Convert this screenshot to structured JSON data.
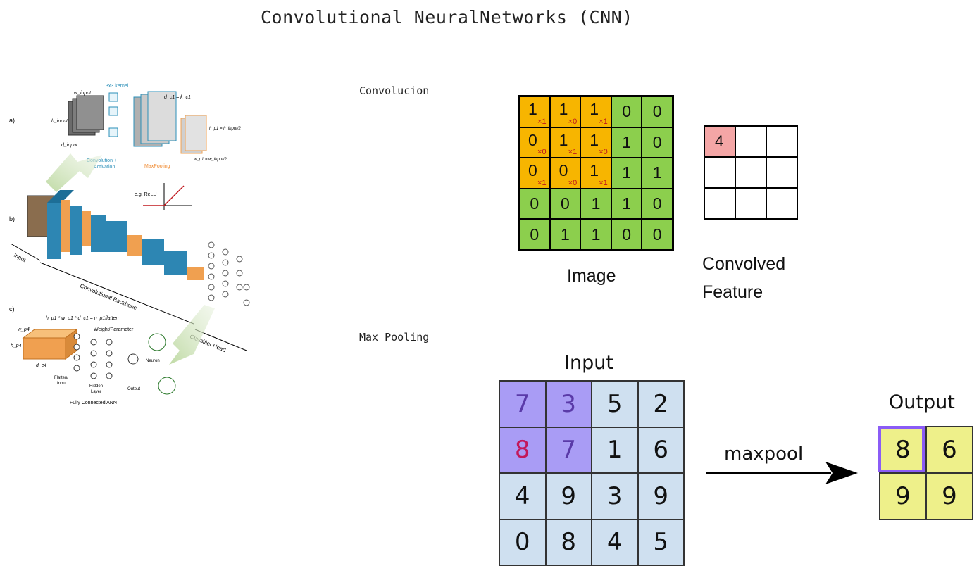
{
  "title": "Convolutional NeuralNetworks (CNN)",
  "sections": {
    "convolution": "Convolucion",
    "max_pooling": "Max Pooling"
  },
  "figure": {
    "panel_a": "a)",
    "panel_b": "b)",
    "panel_c": "c)",
    "kernel_label": "3x3 kernel",
    "conv_activation_1": "Convolution +",
    "conv_activation_2": "Activation",
    "maxpooling": "MaxPooling",
    "relu": "e.g. ReLU",
    "input": "Input",
    "backbone": "Convolutional Backbone",
    "classifier_head": "Classifier Head",
    "weight_param": "Weight/Parameter",
    "neuron": "Neuron",
    "flatten_input_1": "Flatten/",
    "flatten_input_2": "Input",
    "hidden_1": "Hidden",
    "hidden_2": "Layer",
    "output": "Output",
    "fully_connected": "Fully Connected ANN",
    "w_input": "w_input",
    "h_input": "h_input",
    "d_input": "d_input",
    "dc1": "d_c1 = k_c1",
    "hp1": "h_p1 = h_input/2",
    "wp1": "w_p1 = w_input/2",
    "flatten_eq": "h_p1 * w_p1 * d_c1 = n_p1flatten",
    "wp4": "w_p4",
    "hp4": "h_p4",
    "dc4": "d_c4"
  },
  "convolution": {
    "image_caption": "Image",
    "feature_caption_line1": "Convolved",
    "feature_caption_line2": "Feature",
    "image_grid": [
      [
        {
          "v": "1",
          "w": "×1"
        },
        {
          "v": "1",
          "w": "×0"
        },
        {
          "v": "1",
          "w": "×1"
        },
        {
          "v": "0"
        },
        {
          "v": "0"
        }
      ],
      [
        {
          "v": "0",
          "w": "×0"
        },
        {
          "v": "1",
          "w": "×1"
        },
        {
          "v": "1",
          "w": "×0"
        },
        {
          "v": "1"
        },
        {
          "v": "0"
        }
      ],
      [
        {
          "v": "0",
          "w": "×1"
        },
        {
          "v": "0",
          "w": "×0"
        },
        {
          "v": "1",
          "w": "×1"
        },
        {
          "v": "1"
        },
        {
          "v": "1"
        }
      ],
      [
        {
          "v": "0"
        },
        {
          "v": "0"
        },
        {
          "v": "1"
        },
        {
          "v": "1"
        },
        {
          "v": "0"
        }
      ],
      [
        {
          "v": "0"
        },
        {
          "v": "1"
        },
        {
          "v": "1"
        },
        {
          "v": "0"
        },
        {
          "v": "0"
        }
      ]
    ],
    "feature_grid": [
      [
        "4",
        "",
        ""
      ],
      [
        "",
        "",
        ""
      ],
      [
        "",
        "",
        ""
      ]
    ],
    "colors": {
      "kernel": "#f7b500",
      "image": "#8ccf4d",
      "feature_highlight": "#f4a6a6",
      "weight_text": "#c0181e"
    }
  },
  "pooling": {
    "input_caption": "Input",
    "output_caption": "Output",
    "op_label": "maxpool",
    "input_grid": [
      [
        "7",
        "3",
        "5",
        "2"
      ],
      [
        "8",
        "7",
        "1",
        "6"
      ],
      [
        "4",
        "9",
        "3",
        "9"
      ],
      [
        "0",
        "8",
        "4",
        "5"
      ]
    ],
    "output_grid": [
      [
        "8",
        "6"
      ],
      [
        "9",
        "9"
      ]
    ],
    "colors": {
      "cell": "#cfe0f0",
      "window": "#a99cf5",
      "window_text": "#5a3aa8",
      "max_text": "#c2185b",
      "output_cell": "#eef08a",
      "output_highlight": "#8b5cf6"
    }
  }
}
